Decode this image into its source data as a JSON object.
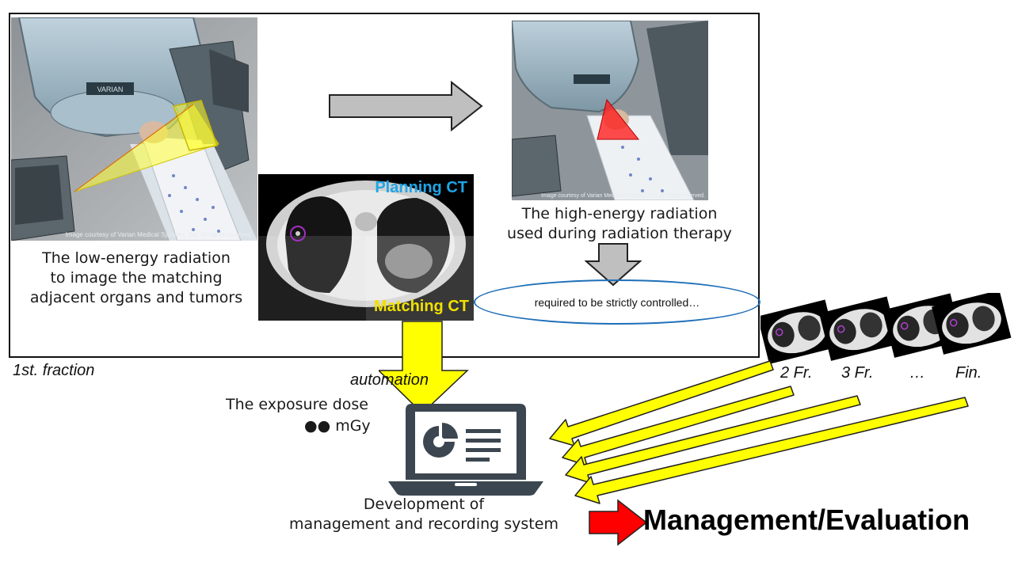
{
  "frame_label": "1st. fraction",
  "left_photo": {
    "credit": "Image courtesy of Varian Medical Systems, Inc. All rights reserved.",
    "brand": "VARIAN",
    "caption": [
      "The low-energy radiation",
      "to image the matching",
      "adjacent organs and tumors"
    ]
  },
  "right_photo": {
    "credit": "Image courtesy of Varian Medical Systems, Inc. All rights reserved.",
    "caption": [
      "The high-energy radiation",
      "used during radiation therapy"
    ]
  },
  "ct_image": {
    "planning_label": "Planning CT",
    "matching_label": "Matching CT"
  },
  "controlled_note": "required  to be strictly controlled…",
  "automation_label": "automation",
  "dose": {
    "label": "The exposure dose",
    "value": "●● mGy"
  },
  "system_caption": [
    "Development of",
    "management and recording system"
  ],
  "fractions": [
    "2 Fr.",
    "3 Fr.",
    "…",
    "Fin."
  ],
  "result_label": "Management/Evaluation",
  "colors": {
    "yellow_arrow": "#ffff00",
    "red_arrow": "#ff0000",
    "gray_arrow": "#bfbfbf",
    "ellipse_border": "#1f6fb8",
    "planning_text": "#1fa5e8",
    "matching_text": "#f0e000",
    "laptop": "#3b4650"
  },
  "icons": [
    "laptop-chart-icon",
    "pie-chart-icon",
    "document-lines-icon"
  ]
}
